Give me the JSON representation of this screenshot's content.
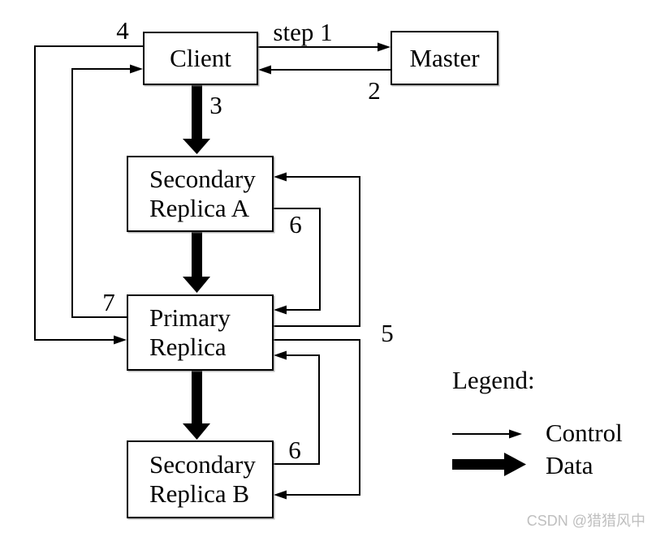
{
  "diagram": {
    "title_implicit": "Write control and data flow",
    "nodes": {
      "client": {
        "label": "Client"
      },
      "master": {
        "label": "Master"
      },
      "secondary_a": {
        "line1": "Secondary",
        "line2": "Replica A"
      },
      "primary": {
        "line1": "Primary",
        "line2": "Replica"
      },
      "secondary_b": {
        "line1": "Secondary",
        "line2": "Replica B"
      }
    },
    "step_labels": {
      "step1": "step 1",
      "step2": "2",
      "step3": "3",
      "step4": "4",
      "step5": "5",
      "step6a": "6",
      "step6b": "6",
      "step7": "7"
    },
    "edges": [
      {
        "from": "Client",
        "to": "Master",
        "type": "control",
        "label": "step 1"
      },
      {
        "from": "Master",
        "to": "Client",
        "type": "control",
        "label": "2"
      },
      {
        "from": "Client",
        "to": "Secondary Replica A",
        "type": "data",
        "label": "3"
      },
      {
        "from": "Secondary Replica A",
        "to": "Primary Replica",
        "type": "data",
        "label": ""
      },
      {
        "from": "Primary Replica",
        "to": "Secondary Replica B",
        "type": "data",
        "label": ""
      },
      {
        "from": "Client",
        "to": "Primary Replica",
        "type": "control",
        "label": "4"
      },
      {
        "from": "Primary Replica",
        "to": "Secondary Replica A",
        "type": "control",
        "label": "5"
      },
      {
        "from": "Primary Replica",
        "to": "Secondary Replica B",
        "type": "control",
        "label": "5"
      },
      {
        "from": "Secondary Replica A",
        "to": "Primary Replica",
        "type": "control",
        "label": "6"
      },
      {
        "from": "Secondary Replica B",
        "to": "Primary Replica",
        "type": "control",
        "label": "6"
      },
      {
        "from": "Primary Replica",
        "to": "Client",
        "type": "control",
        "label": "7"
      }
    ]
  },
  "legend": {
    "title": "Legend:",
    "items": [
      {
        "arrow": "thin",
        "label": "Control"
      },
      {
        "arrow": "thick",
        "label": "Data"
      }
    ]
  },
  "watermark": {
    "text": "CSDN @猎猎风中",
    "color": "#bfbfbf"
  },
  "colors": {
    "line": "#000000",
    "background": "#ffffff"
  }
}
